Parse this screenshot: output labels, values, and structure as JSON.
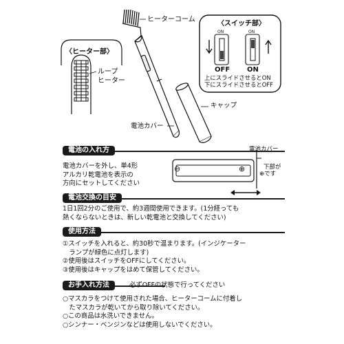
{
  "diagram": {
    "heater_comb_label": "ヒーターコーム",
    "heater_panel_title": "〈ヒーター部〉",
    "loop_heater_label": [
      "ループ",
      "ヒーター"
    ],
    "switch_panel_title": "〈スイッチ部〉",
    "switch_on_small": "ON",
    "switch_off_label": "OFF",
    "switch_on_label": "ON",
    "switch_desc": [
      "上にスライドさせるとON",
      "下にスライドさせるとOFF"
    ],
    "cap_label": "キャップ",
    "battery_cover_label": "電池カバー"
  },
  "sections": {
    "battery_install": {
      "heading": "電池の入れ方",
      "lines": [
        "電池カバーを外し、単4形",
        "アルカリ乾電池を表示の",
        "方向にセットしてください"
      ],
      "battery_cover_label": "電池カバー",
      "bottom_label": [
        "下部が",
        "⊕です"
      ],
      "plus_sign": "⊕",
      "minus_sign": "⊖"
    },
    "battery_replace": {
      "heading": "電池交換の目安",
      "lines": [
        "1日1回2分のご使用で、約3週間使用できます。(1分経っても",
        "熱くならないときは、新しい乾電池と交換してください)"
      ]
    },
    "usage": {
      "heading": "使用方法",
      "lines": [
        "①スイッチを入れると、約30秒で温まります。(インジケーター",
        "　ランプが緑色に点灯します)",
        "②使用後はスイッチをOFFにしてください。",
        "③使用後はキャップをはめて保管してください。"
      ]
    },
    "care": {
      "heading": "お手入れ方法",
      "note": "必ずOFFの状態で行ってください",
      "lines": [
        "○マスカラをつけて使用された場合、ヒーターコームに付着し",
        "　たマスカラが乾いてから取り除いてください。",
        "○この商品は水洗いできません。",
        "○シンナー・ベンジンなどは使用しないでください。"
      ]
    }
  }
}
